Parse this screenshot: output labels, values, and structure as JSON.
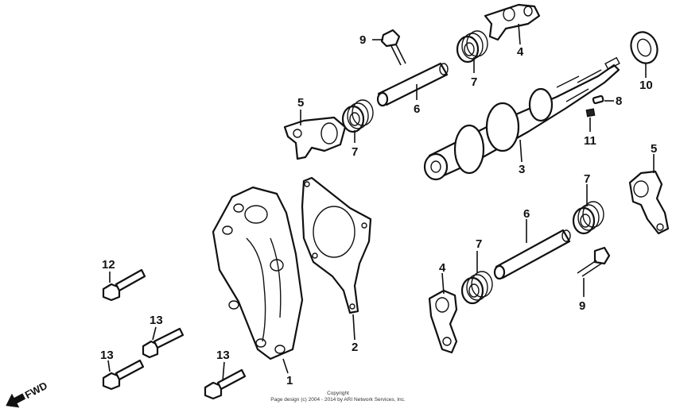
{
  "callouts": {
    "c1": "1",
    "c2": "2",
    "c3": "3",
    "c4a": "4",
    "c4b": "4",
    "c5a": "5",
    "c5b": "5",
    "c6a": "6",
    "c6b": "6",
    "c7a": "7",
    "c7b": "7",
    "c7c": "7",
    "c7d": "7",
    "c8": "8",
    "c9a": "9",
    "c9b": "9",
    "c10": "10",
    "c11": "11",
    "c12": "12",
    "c13a": "13",
    "c13b": "13",
    "c13c": "13"
  },
  "fwd_label": "FWD",
  "copyright": {
    "line1": "Copyright",
    "line2": "Page design (c) 2004 - 2014 by ARI Network Services, Inc."
  }
}
